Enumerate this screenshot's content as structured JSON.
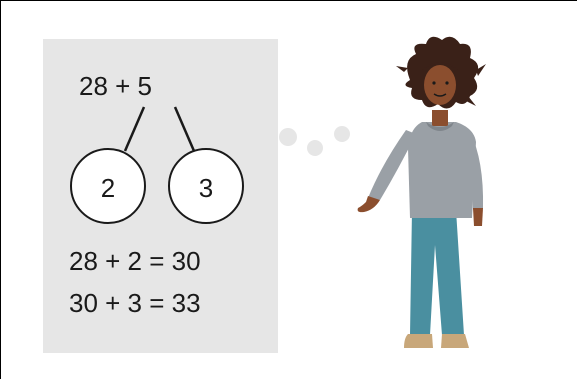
{
  "number_bond": {
    "expression": "28 + 5",
    "parts": [
      "2",
      "3"
    ]
  },
  "steps": [
    "28 + 2 = 30",
    "30 + 3 = 33"
  ],
  "colors": {
    "panel": "#e6e6e6",
    "sweater": "#9aa0a6",
    "pants": "#4a8fa0",
    "skin": "#8b4e2e",
    "hair": "#3a2118",
    "shoes": "#c8a77a",
    "thought_dots": "#e6e6e6"
  }
}
